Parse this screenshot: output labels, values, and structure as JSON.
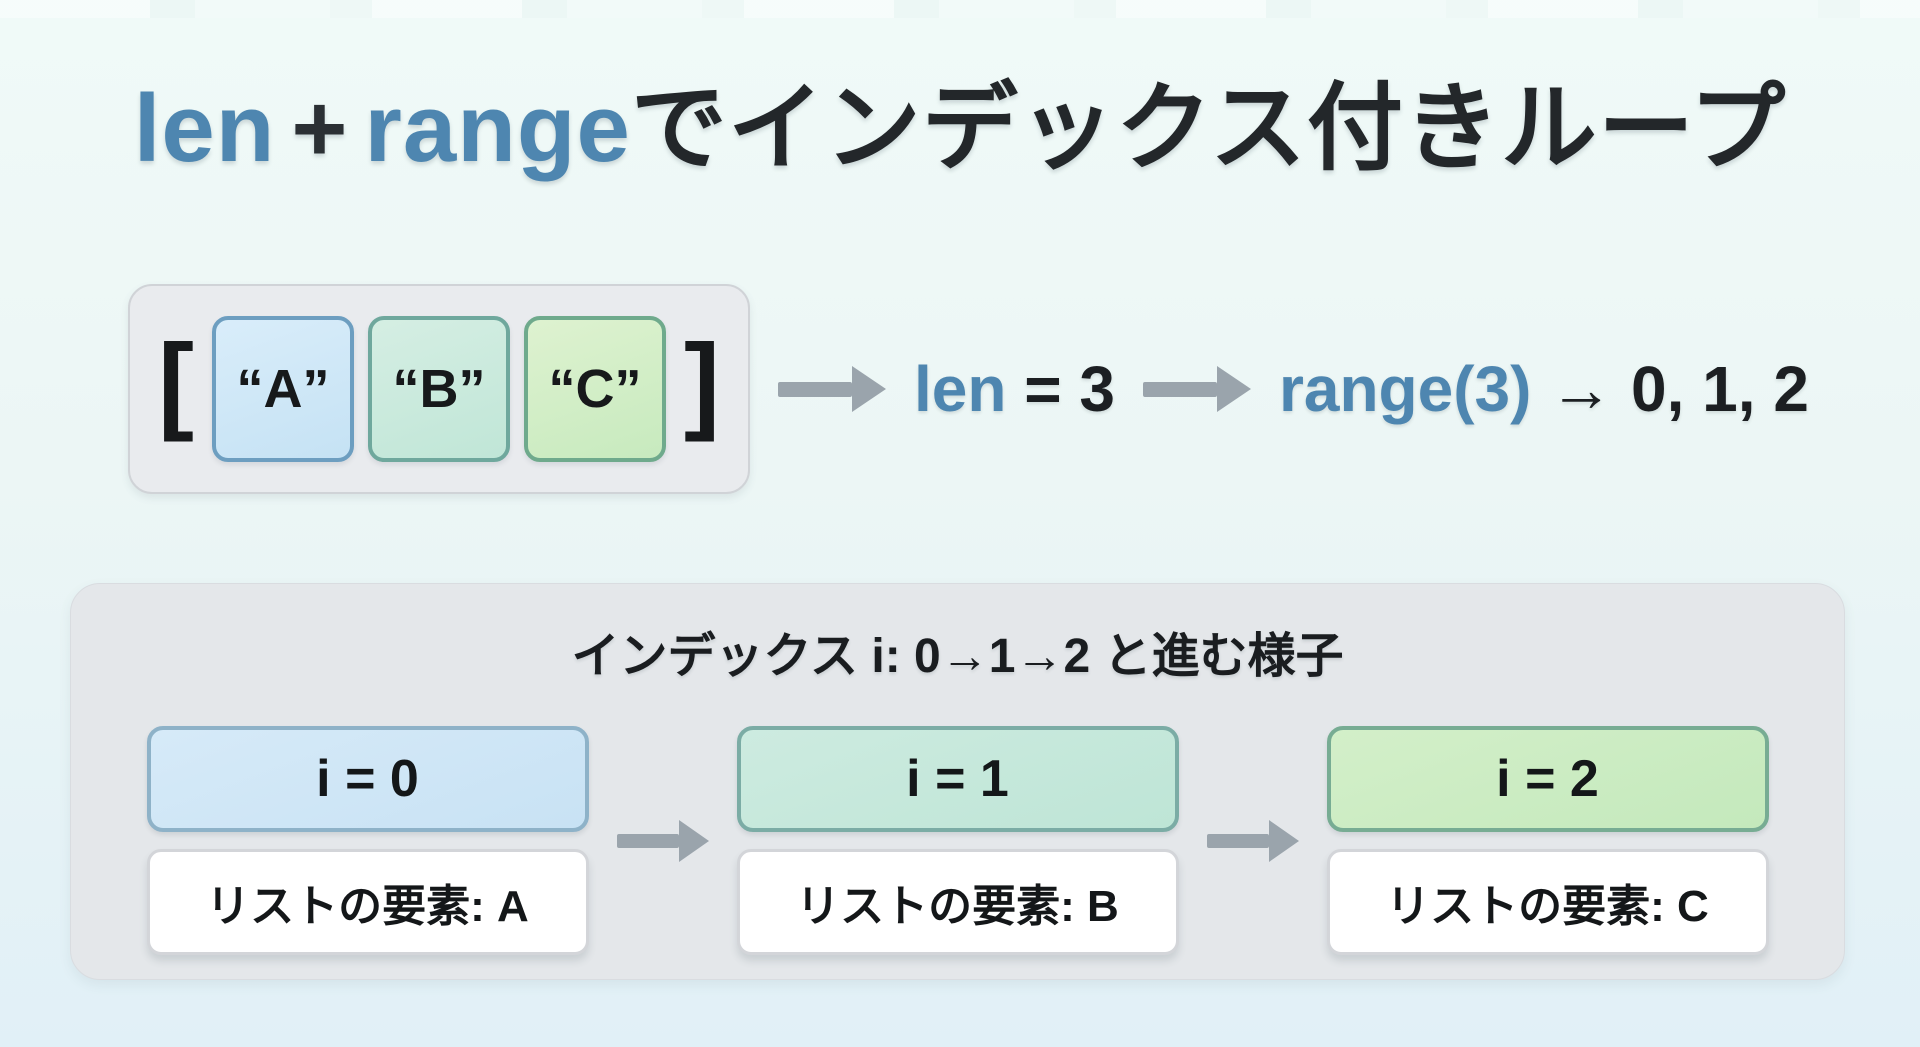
{
  "title": {
    "len": "len",
    "plus": "+",
    "range": "range",
    "suffix": "でインデックス付きループ"
  },
  "list_flow": {
    "open_bracket": "[",
    "close_bracket": "]",
    "items": [
      {
        "label": "“A”",
        "fill": "linear-gradient(160deg,#d9edfa,#c5e2f4)",
        "border": "#6d9ec0"
      },
      {
        "label": "“B”",
        "fill": "linear-gradient(160deg,#d5eee3,#c0e6d7)",
        "border": "#6fa89d"
      },
      {
        "label": "“C”",
        "fill": "linear-gradient(160deg,#def2d0,#c7eabe)",
        "border": "#6faa8c"
      }
    ],
    "len_code": "len",
    "len_rest": " = 3",
    "range_code": "range(3)",
    "range_rest": " → 0, 1, 2"
  },
  "panel": {
    "heading": "インデックス i: 0→1→2 と進む様子",
    "steps": [
      {
        "index_label": "i = 0",
        "element_label": "リストの要素: A",
        "fill": "linear-gradient(160deg,#d6eaf8,#c8e2f4)",
        "border": "#8eb2c8"
      },
      {
        "index_label": "i = 1",
        "element_label": "リストの要素: B",
        "fill": "linear-gradient(160deg,#cdebe0,#bee5d6)",
        "border": "#7baca5"
      },
      {
        "index_label": "i = 2",
        "element_label": "リストの要素: C",
        "fill": "linear-gradient(160deg,#d3efc9,#c4e9bc)",
        "border": "#77ac93"
      }
    ]
  },
  "colors": {
    "accent_blue": "#4e86b0",
    "text_dark": "#1f2326",
    "arrow_gray": "#9aa4ac",
    "panel_bg": "#e4e7ea",
    "list_container_bg": "#e9ebee",
    "page_bg_top": "#f0faf8",
    "page_bg_bottom": "#e1f0f7"
  }
}
